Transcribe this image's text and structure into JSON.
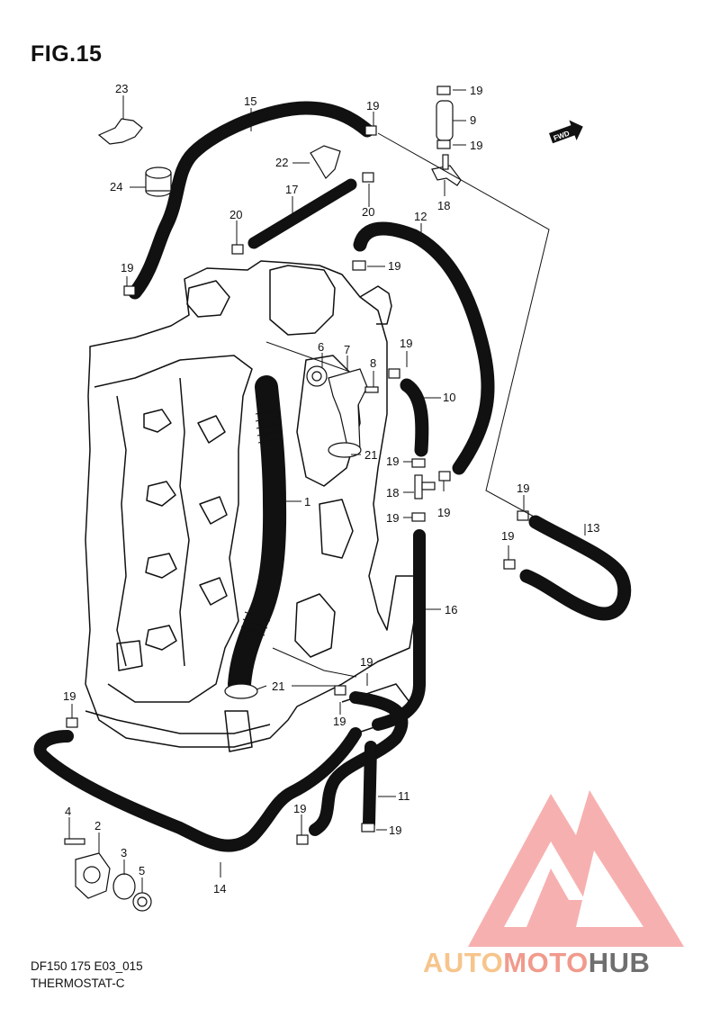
{
  "figure": {
    "title": "FIG.15"
  },
  "caption": {
    "line1": "DF150 175 E03_015",
    "line2": "THERMOSTAT-C"
  },
  "fwd_badge": {
    "label": "FWD"
  },
  "watermark": {
    "part1": "AUTO",
    "part2": "MOTO",
    "part3": "HUB",
    "colors": {
      "auto": "#f6c58c",
      "moto": "#f19a8c",
      "hub": "#6f6f6f",
      "triangle": "#f4a0a0"
    }
  },
  "callouts": {
    "c23": "23",
    "c15": "15",
    "c24": "24",
    "c22": "22",
    "c17": "17",
    "c20a": "20",
    "c20b": "20",
    "c19_top_a": "19",
    "c19_top_b": "19",
    "c19_top_c": "19",
    "c9": "9",
    "c18a": "18",
    "c12": "12",
    "c19_left": "19",
    "c19_mid": "19",
    "c6": "6",
    "c7": "7",
    "c8": "8",
    "c19_c": "19",
    "c10": "10",
    "c21a": "21",
    "c1": "1",
    "c19_d": "19",
    "c18b": "18",
    "c19_e": "19",
    "c19_f": "19",
    "c19_g": "19",
    "c13": "13",
    "c19_h": "19",
    "c16": "16",
    "c19_i": "19",
    "c21b": "21",
    "c19_j": "19",
    "c19_k": "19",
    "c11": "11",
    "c4": "4",
    "c2": "2",
    "c3": "3",
    "c5": "5",
    "c19_l": "19",
    "c19_m": "19",
    "c14": "14"
  }
}
